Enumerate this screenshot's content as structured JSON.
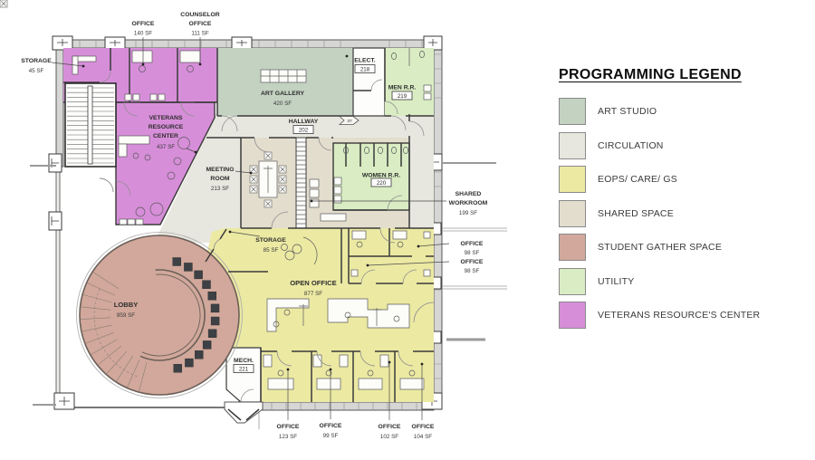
{
  "legend": {
    "title": "PROGRAMMING LEGEND",
    "items": [
      {
        "label": "ART STUDIO",
        "color": "#c3d2c1"
      },
      {
        "label": "CIRCULATION",
        "color": "#e8e7df"
      },
      {
        "label": "EOPS/ CARE/ GS",
        "color": "#ece9a3"
      },
      {
        "label": "SHARED SPACE",
        "color": "#e3ddce"
      },
      {
        "label": "STUDENT GATHER SPACE",
        "color": "#d1a89b"
      },
      {
        "label": "UTILITY",
        "color": "#d9ecc3"
      },
      {
        "label": "VETERANS RESOURCE'S CENTER",
        "color": "#d78ed9"
      }
    ]
  },
  "rooms": {
    "storage_nw": {
      "label": "STORAGE",
      "area": "45 SF"
    },
    "office_140": {
      "label": "OFFICE",
      "area": "140 SF"
    },
    "counselor": {
      "line1": "COUNSELOR",
      "line2": "OFFICE",
      "area": "111 SF"
    },
    "art_gallery": {
      "label": "ART GALLERY",
      "area": "420 SF"
    },
    "elect": {
      "label": "ELECT.",
      "number": "218"
    },
    "men_rr": {
      "label": "MEN R.R.",
      "number": "219"
    },
    "hallway": {
      "label": "HALLWAY",
      "number": "202",
      "marker": "37"
    },
    "vrc": {
      "line1": "VETERANS",
      "line2": "RESOURCE",
      "line3": "CENTER",
      "area": "437 SF"
    },
    "meeting": {
      "line1": "MEETING",
      "line2": "ROOM",
      "area": "213 SF"
    },
    "women_rr": {
      "label": "WOMEN R.R.",
      "number": "220"
    },
    "shared_workroom": {
      "line1": "SHARED",
      "line2": "WORKROOM",
      "area": "199 SF"
    },
    "storage_85": {
      "label": "STORAGE",
      "area": "85 SF"
    },
    "office_98_a": {
      "label": "OFFICE",
      "area": "98 SF"
    },
    "office_98_b": {
      "label": "OFFICE",
      "area": "98 SF"
    },
    "open_office": {
      "label": "OPEN OFFICE",
      "area": "877 SF"
    },
    "lobby": {
      "label": "LOBBY",
      "area": "959 SF"
    },
    "mech": {
      "label": "MECH.",
      "number": "221"
    },
    "office_123": {
      "label": "OFFICE",
      "area": "123 SF"
    },
    "office_99": {
      "label": "OFFICE",
      "area": "99 SF"
    },
    "office_102": {
      "label": "OFFICE",
      "area": "102 SF"
    },
    "office_104": {
      "label": "OFFICE",
      "area": "104 SF"
    }
  }
}
